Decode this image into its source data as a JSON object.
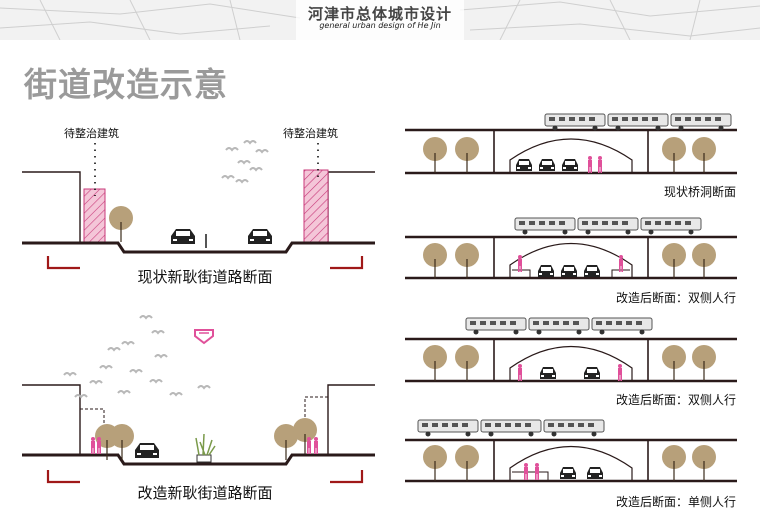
{
  "header": {
    "title": "河津市总体城市设计",
    "subtitle": "general urban design of He Jin"
  },
  "page_title": "街道改造示意",
  "left": {
    "label_building_left": "待整治建筑",
    "label_building_right": "待整治建筑",
    "caption_current": "现状新耿街道路断面",
    "caption_renovated": "改造新耿街道路断面"
  },
  "right": {
    "captions": [
      "现状桥洞断面",
      "改造后断面：双侧人行",
      "改造后断面：双侧人行",
      "改造后断面：单侧人行"
    ]
  },
  "colors": {
    "line": "#2a1a1a",
    "tree": "#b7a07a",
    "pink": "#e0509a",
    "red_bracket": "#a01818",
    "arrow": "#e0509a"
  }
}
